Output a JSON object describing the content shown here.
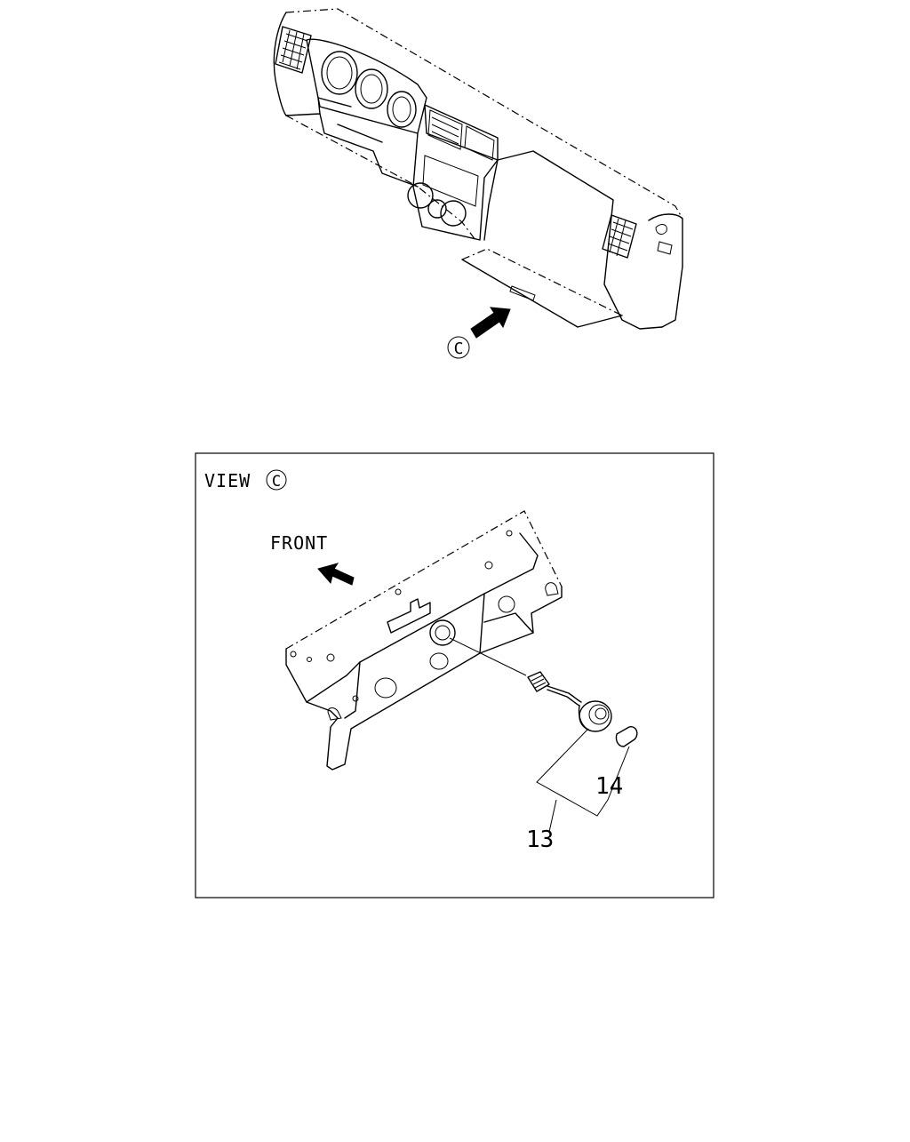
{
  "top_view": {
    "callout_letter": "C"
  },
  "detail_view": {
    "title": "VIEW",
    "title_letter": "C",
    "front_label": "FRONT",
    "parts": [
      {
        "number": "13"
      },
      {
        "number": "14"
      }
    ]
  }
}
